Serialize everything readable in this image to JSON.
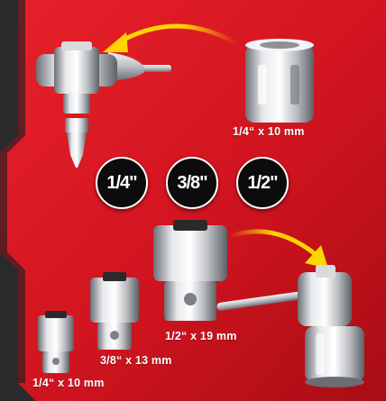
{
  "drive_sizes": [
    {
      "label": "1/4\""
    },
    {
      "label": "3/8\""
    },
    {
      "label": "1/2\""
    }
  ],
  "top_socket": {
    "label": "1/4“ x 10 mm"
  },
  "adapters": [
    {
      "label": "1/4“ x 10 mm"
    },
    {
      "label": "3/8“ x 13 mm"
    },
    {
      "label": "1/2“ x 19 mm"
    }
  ],
  "colors": {
    "background_red": "#d0141f",
    "background_dark": "#2a2a2c",
    "arrow_yellow": "#ffd400",
    "badge_black": "#0c0c0c"
  },
  "icons": [
    "arrow-left-curved-icon",
    "arrow-right-curved-icon"
  ]
}
